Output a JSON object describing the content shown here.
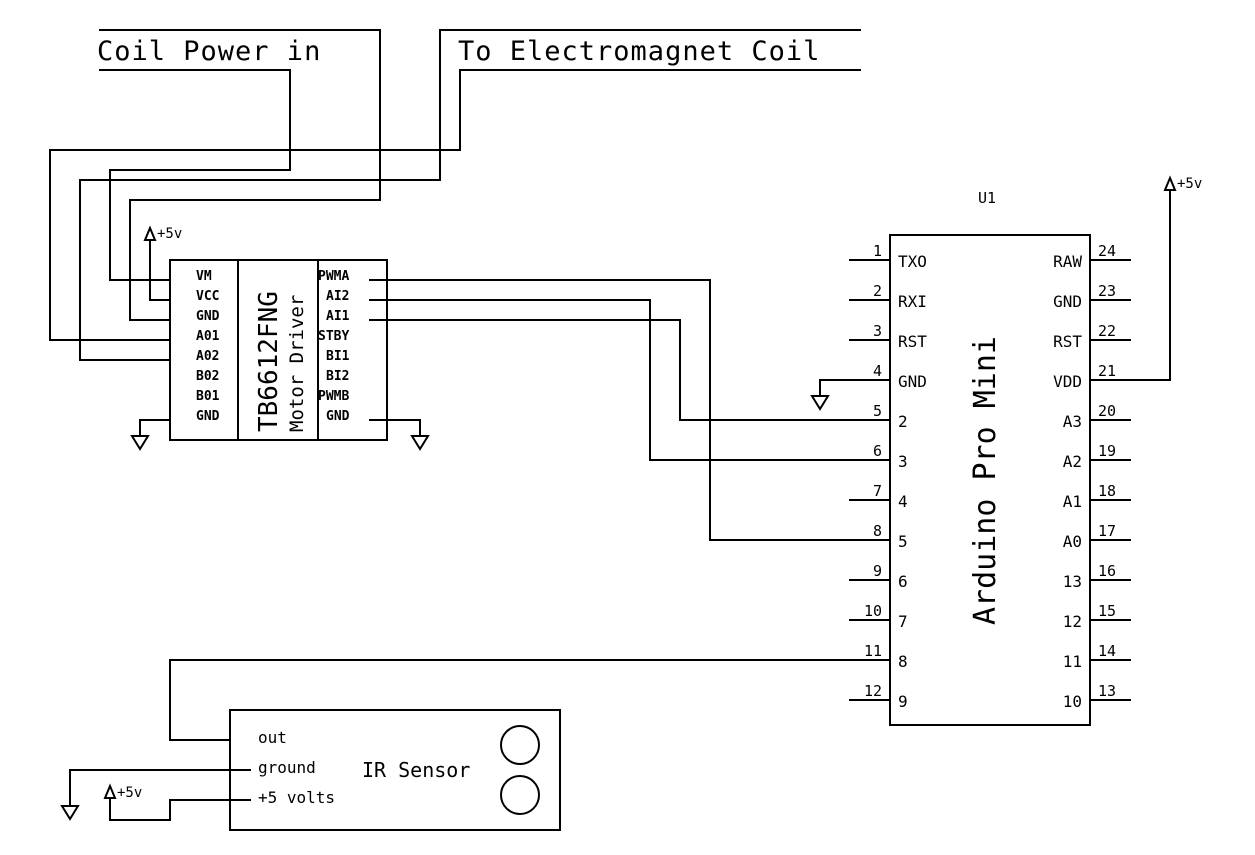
{
  "labels": {
    "coil_power": "Coil Power in",
    "to_coil": "To Electromagnet Coil"
  },
  "power_label": "+5v",
  "driver": {
    "title": "TB6612FNG",
    "subtitle": "Motor Driver",
    "left_pins": [
      "VM",
      "VCC",
      "GND",
      "A01",
      "A02",
      "B02",
      "B01",
      "GND"
    ],
    "right_pins": [
      "PWMA",
      "AI2",
      "AI1",
      "STBY",
      "BI1",
      "BI2",
      "PWMB",
      "GND"
    ]
  },
  "arduino": {
    "ref": "U1",
    "title": "Arduino Pro Mini",
    "left_pins": [
      {
        "num": "1",
        "name": "TXO"
      },
      {
        "num": "2",
        "name": "RXI"
      },
      {
        "num": "3",
        "name": "RST"
      },
      {
        "num": "4",
        "name": "GND"
      },
      {
        "num": "5",
        "name": "2"
      },
      {
        "num": "6",
        "name": "3"
      },
      {
        "num": "7",
        "name": "4"
      },
      {
        "num": "8",
        "name": "5"
      },
      {
        "num": "9",
        "name": "6"
      },
      {
        "num": "10",
        "name": "7"
      },
      {
        "num": "11",
        "name": "8"
      },
      {
        "num": "12",
        "name": "9"
      }
    ],
    "right_pins": [
      {
        "num": "24",
        "name": "RAW"
      },
      {
        "num": "23",
        "name": "GND"
      },
      {
        "num": "22",
        "name": "RST"
      },
      {
        "num": "21",
        "name": "VDD"
      },
      {
        "num": "20",
        "name": "A3"
      },
      {
        "num": "19",
        "name": "A2"
      },
      {
        "num": "18",
        "name": "A1"
      },
      {
        "num": "17",
        "name": "A0"
      },
      {
        "num": "16",
        "name": "13"
      },
      {
        "num": "15",
        "name": "12"
      },
      {
        "num": "14",
        "name": "11"
      },
      {
        "num": "13",
        "name": "10"
      }
    ]
  },
  "ir_sensor": {
    "title": "IR Sensor",
    "pins": [
      "out",
      "ground",
      "+5 volts"
    ]
  }
}
